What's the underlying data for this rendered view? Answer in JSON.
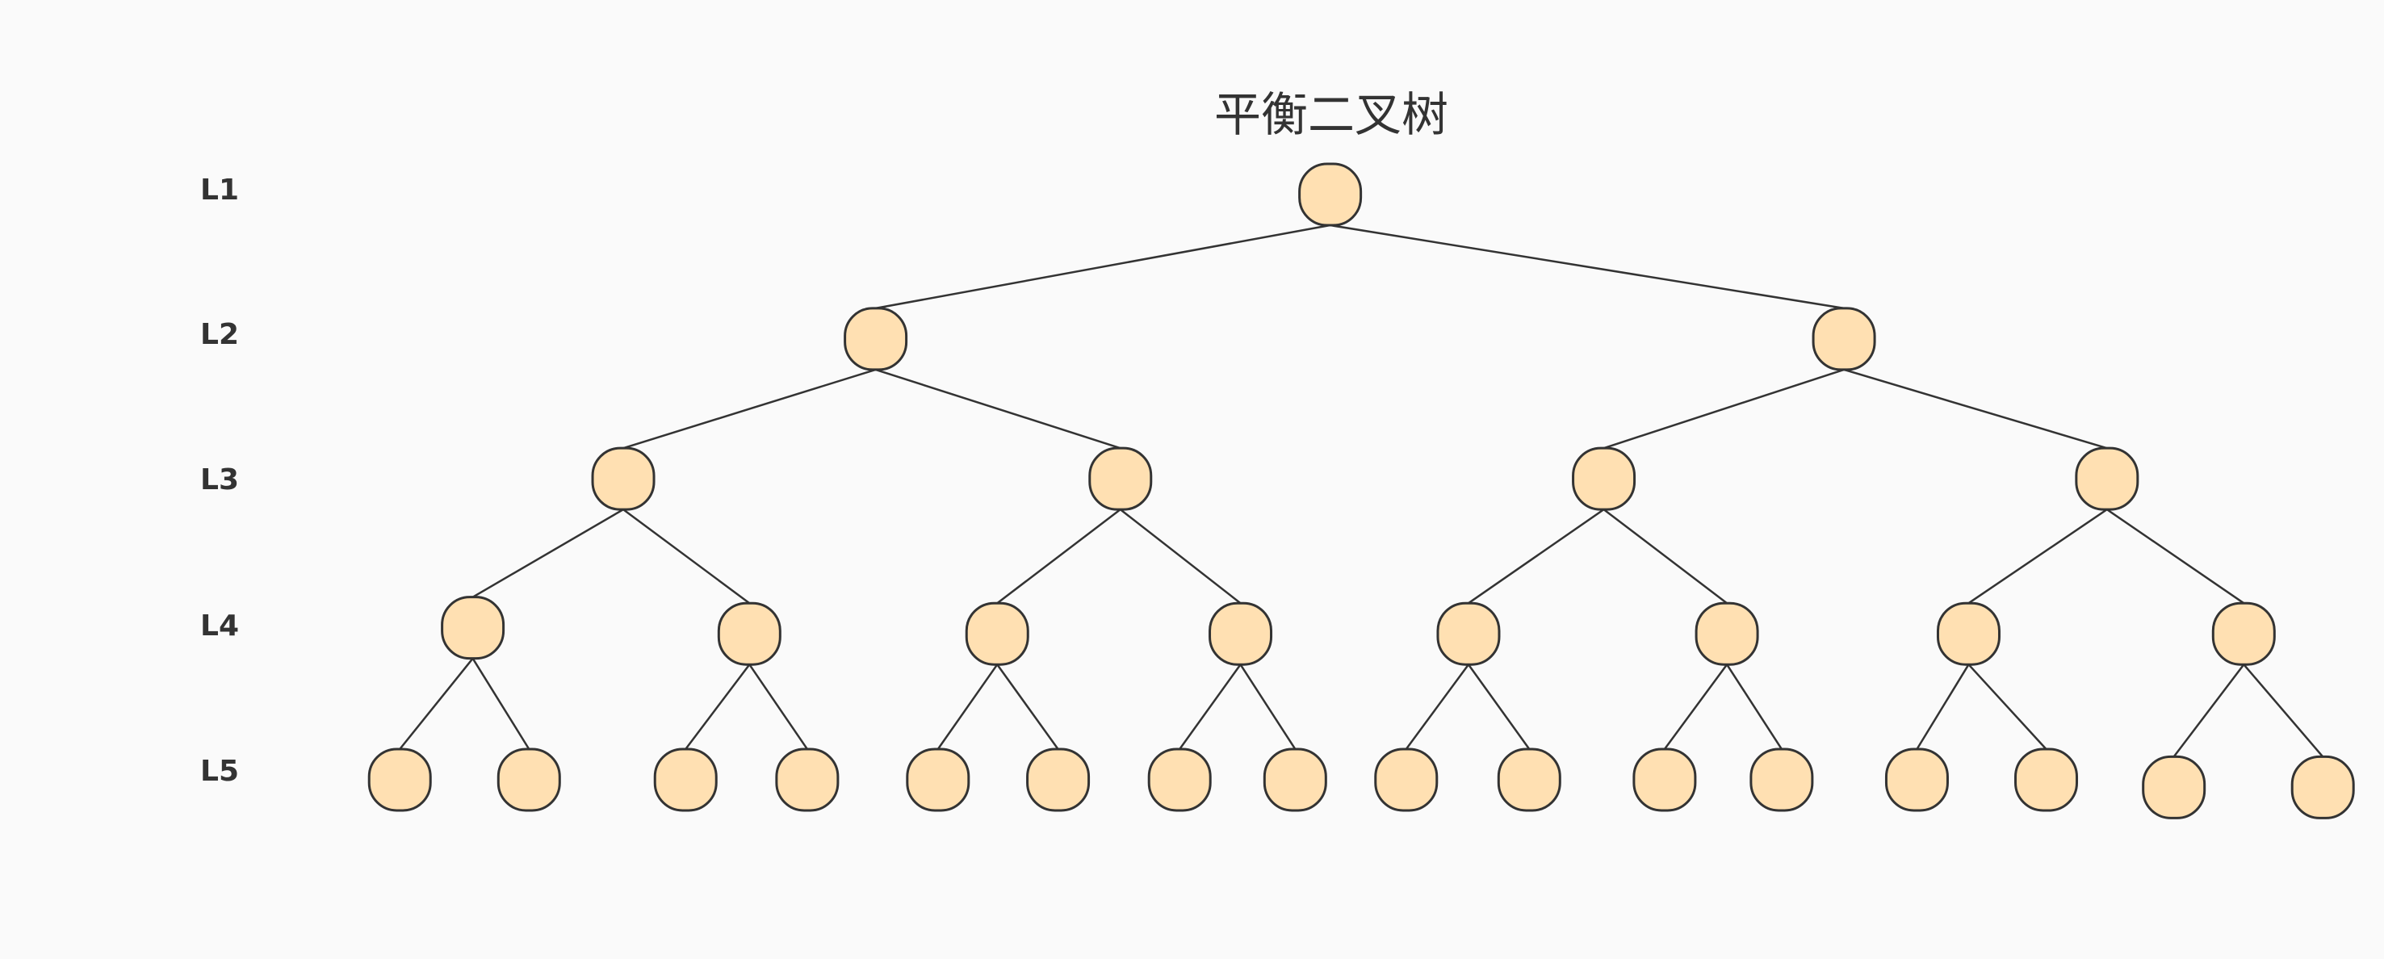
{
  "title": "平衡二叉树",
  "levels": [
    "L1",
    "L2",
    "L3",
    "L4",
    "L5"
  ],
  "colors": {
    "node_fill": "#FFE0B2",
    "stroke": "#333333",
    "background": "#FAFAFA"
  }
}
